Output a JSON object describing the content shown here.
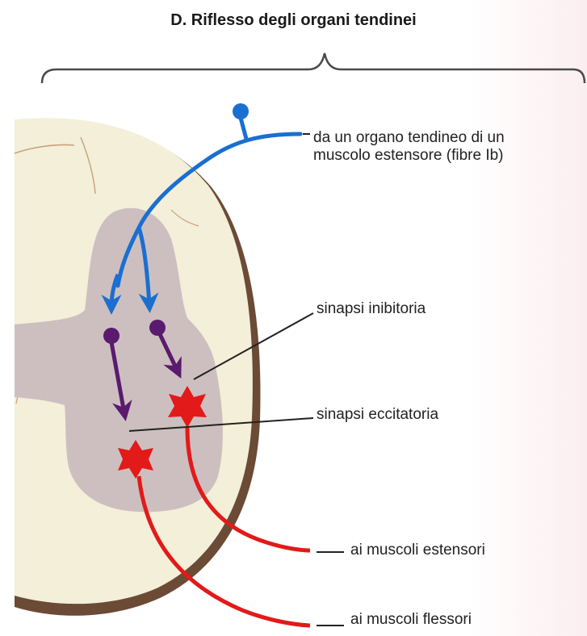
{
  "diagram": {
    "title": "D. Riflesso degli organi tendinei",
    "labels": {
      "source_line1": "da un organo tendineo di un",
      "source_line2": "muscolo estensore (fibre Ib)",
      "inhibitory_synapse": "sinapsi inibitoria",
      "excitatory_synapse": "sinapsi eccitatoria",
      "to_extensors": "ai muscoli estensori",
      "to_flexors": "ai muscoli flessori"
    }
  }
}
